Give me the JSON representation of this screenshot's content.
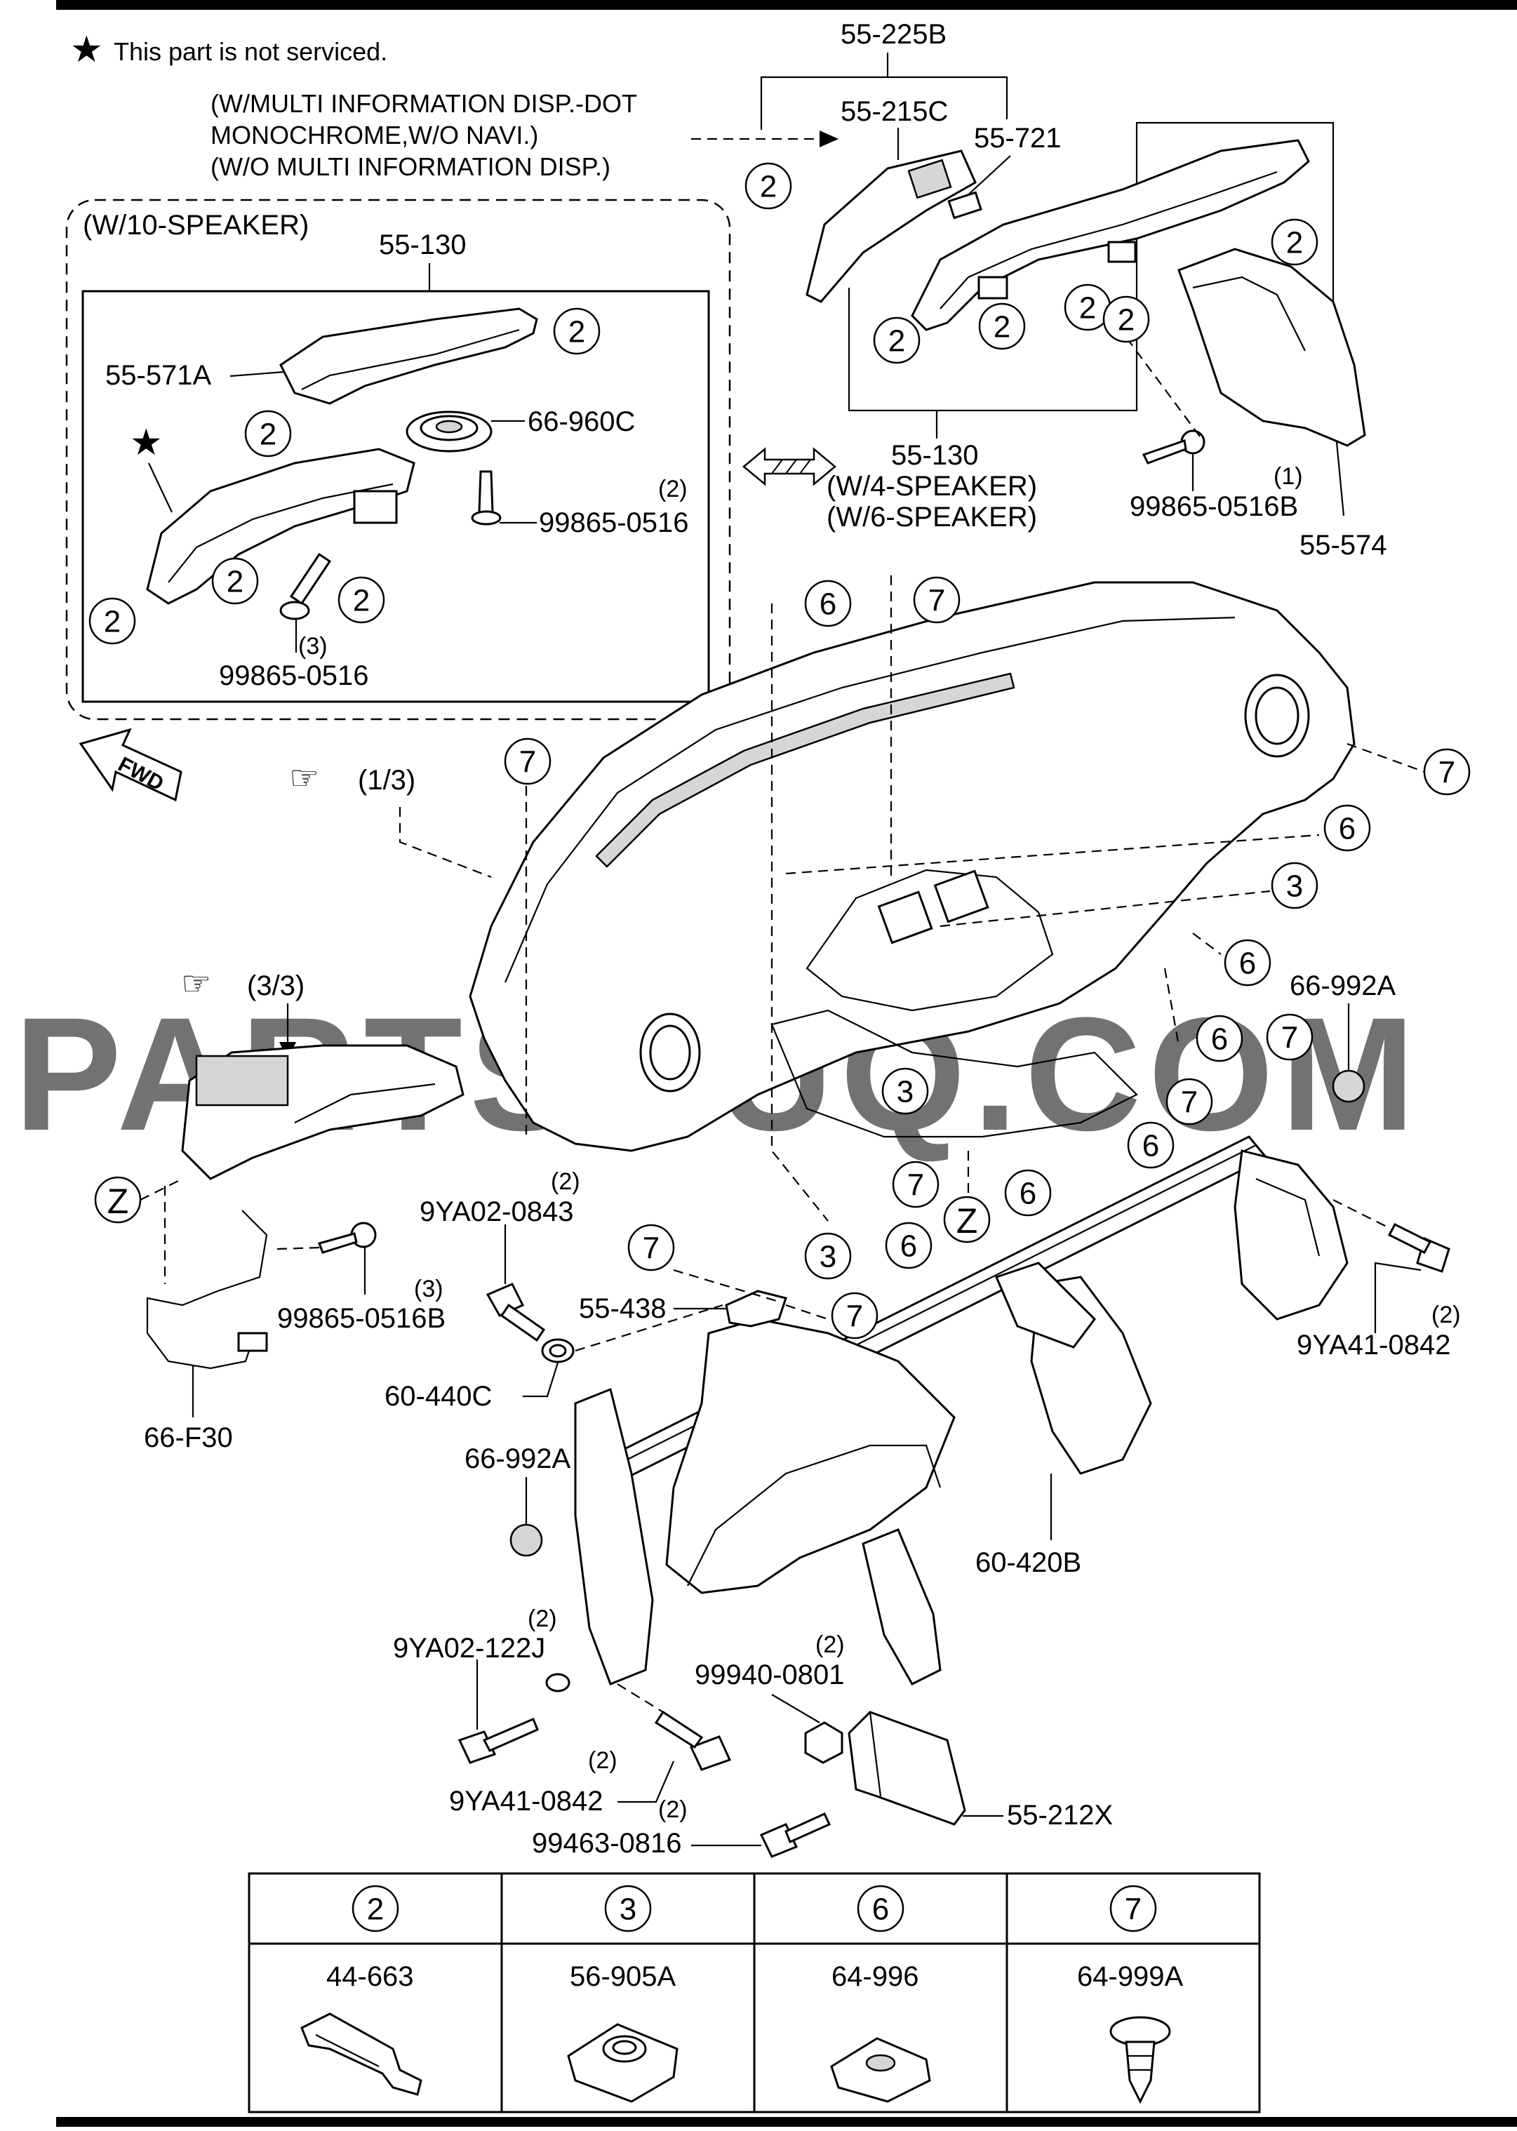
{
  "header": {
    "note": "This part is not serviced.",
    "note_symbol": "★"
  },
  "watermark": "PARTSOUQ.COM",
  "fwd_label": "FWD",
  "references": {
    "ref_1_3": "(1/3)",
    "ref_3_3": "(3/3)",
    "pointer_glyph": "☞"
  },
  "conditions": {
    "w_multi_line1": "(W/MULTI INFORMATION DISP.-DOT",
    "w_multi_line2": "MONOCHROME,W/O NAVI.)",
    "w_multi_line3": "(W/O MULTI INFORMATION DISP.)",
    "w10_speaker": "(W/10-SPEAKER)",
    "w4_speaker": "(W/4-SPEAKER)",
    "w6_speaker": "(W/6-SPEAKER)"
  },
  "zone_marker": "Z",
  "parts": {
    "p55_225B": "55-225B",
    "p55_215C": "55-215C",
    "p55_721": "55-721",
    "p55_130_top": "55-130",
    "p55_130_mid": "55-130",
    "p55_571A": "55-571A",
    "p66_960C": "66-960C",
    "p99865_0516_a": "99865-0516",
    "p99865_0516_b": "99865-0516",
    "p99865_0516B_a": "99865-0516B",
    "p99865_0516B_b": "99865-0516B",
    "p55_574": "55-574",
    "p66_992A_a": "66-992A",
    "p66_992A_b": "66-992A",
    "p9YA02_0843": "9YA02-0843",
    "p55_438": "55-438",
    "p60_440C": "60-440C",
    "p66_F30": "66-F30",
    "p9YA41_0842_a": "9YA41-0842",
    "p9YA41_0842_b": "9YA41-0842",
    "p60_420B": "60-420B",
    "p9YA02_122J": "9YA02-122J",
    "p99940_0801": "99940-0801",
    "p55_212X": "55-212X",
    "p99463_0816": "99463-0816"
  },
  "quantities": {
    "q99865_0516_a": "(2)",
    "q99865_0516_b": "(3)",
    "q99865_0516B_a": "(1)",
    "q99865_0516B_b": "(3)",
    "q9YA02_0843": "(2)",
    "q9YA41_0842_a": "(2)",
    "q9YA41_0842_b": "(2)",
    "q9YA02_122J": "(2)",
    "q99940_0801": "(2)",
    "q99463_0816": "(2)"
  },
  "callouts": {
    "c2": "2",
    "c3": "3",
    "c6": "6",
    "c7": "7"
  },
  "legend_table": {
    "columns": [
      {
        "callout": "2",
        "part": "44-663"
      },
      {
        "callout": "3",
        "part": "56-905A"
      },
      {
        "callout": "6",
        "part": "64-996"
      },
      {
        "callout": "7",
        "part": "64-999A"
      }
    ]
  }
}
